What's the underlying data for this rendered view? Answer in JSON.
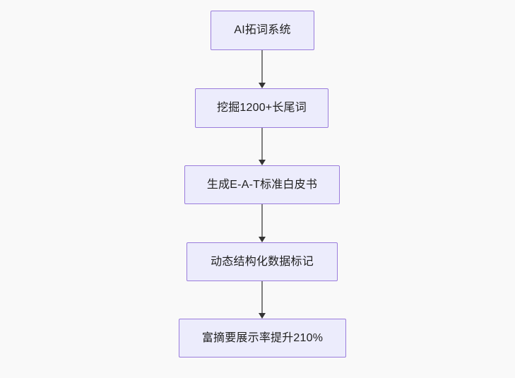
{
  "diagram": {
    "type": "flowchart",
    "orientation": "top-to-bottom",
    "background_color": "#f9f9f9",
    "node_fill_color": "#ececfc",
    "node_border_color": "#9a7cdc",
    "node_text_color": "#1f1f1f",
    "connector_line_color": "#7f7f7f",
    "connector_arrow_color": "#333333",
    "nodes": [
      {
        "id": "node-1",
        "label": "AI拓词系统"
      },
      {
        "id": "node-2",
        "label": "挖掘1200+长尾词"
      },
      {
        "id": "node-3",
        "label": "生成E-A-T标准白皮书"
      },
      {
        "id": "node-4",
        "label": "动态结构化数据标记"
      },
      {
        "id": "node-5",
        "label": "富摘要展示率提升210%"
      }
    ],
    "edges": [
      {
        "id": "edge-1-2",
        "from": "node-1",
        "to": "node-2",
        "label": ""
      },
      {
        "id": "edge-2-3",
        "from": "node-2",
        "to": "node-3",
        "label": ""
      },
      {
        "id": "edge-3-4",
        "from": "node-3",
        "to": "node-4",
        "label": ""
      },
      {
        "id": "edge-4-5",
        "from": "node-4",
        "to": "node-5",
        "label": ""
      }
    ]
  }
}
